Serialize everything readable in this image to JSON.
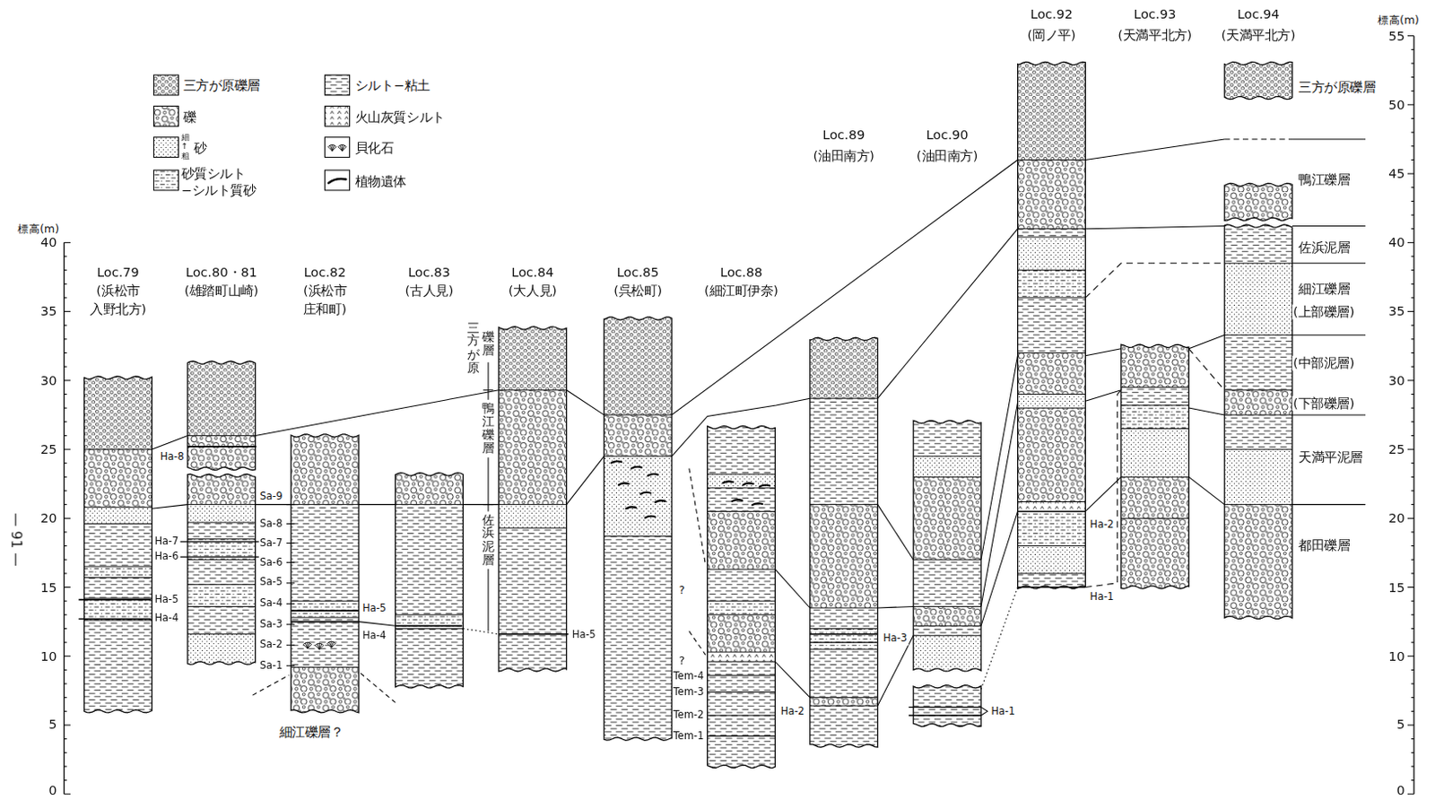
{
  "diagram": {
    "nodes": [
      {
        "text": [
          "Loc.79",
          "(浜松市 入野北方)"
        ]
      },
      {
        "text": [
          "Loc.80・81",
          "(雄踏町山崎)"
        ]
      },
      {
        "text": [
          "Loc.82",
          "(浜松市 庄和町)"
        ]
      },
      {
        "text": [
          "Loc.83",
          "(古人見)"
        ]
      },
      {
        "text": [
          "Loc.84",
          "(大人見)"
        ]
      },
      {
        "text": [
          "Loc.85",
          "(呉松町)"
        ]
      },
      {
        "text": [
          "Loc.88",
          "(細江町伊奈)"
        ]
      },
      {
        "text": [
          "Loc.89",
          "(油田南方)"
        ]
      },
      {
        "text": [
          "Loc.90",
          "(油田南方)"
        ]
      },
      {
        "text": [
          "Loc.92",
          "(岡ノ平)"
        ]
      },
      {
        "text": [
          "Loc.93",
          "(天満平北方)"
        ]
      },
      {
        "text": [
          "Loc.94",
          "(天満平北方)"
        ]
      }
    ],
    "edges": [
      {
        "from": 0,
        "to": 1,
        "arrow": "none"
      },
      {
        "from": 1,
        "to": 4,
        "arrow": "none"
      },
      {
        "from": 4,
        "to": 5,
        "arrow": "none"
      },
      {
        "from": 5,
        "to": 9,
        "arrow": "none"
      },
      {
        "from": 9,
        "to": 11,
        "arrow": "none"
      },
      {
        "from": 0,
        "to": 1,
        "arrow": "none"
      },
      {
        "from": 1,
        "to": 2,
        "arrow": "none"
      },
      {
        "from": 2,
        "to": 3,
        "arrow": "none"
      },
      {
        "from": 3,
        "to": 4,
        "arrow": "none"
      },
      {
        "from": 4,
        "to": 5,
        "arrow": "none"
      },
      {
        "from": 5,
        "to": 7,
        "arrow": "none"
      },
      {
        "from": 7,
        "to": 9,
        "arrow": "none"
      },
      {
        "from": 9,
        "to": 11,
        "arrow": "none"
      },
      {
        "from": 2,
        "to": 3,
        "arrow": "none"
      },
      {
        "from": 3,
        "to": 4,
        "arrow": "none"
      },
      {
        "from": 6,
        "to": 7,
        "arrow": "none"
      },
      {
        "from": 6,
        "to": 7,
        "arrow": "none"
      },
      {
        "from": 7,
        "to": 8,
        "arrow": "none"
      },
      {
        "from": 7,
        "to": 8,
        "arrow": "none"
      },
      {
        "from": 7,
        "to": 8,
        "arrow": "none"
      },
      {
        "from": 8,
        "to": 9,
        "arrow": "none"
      },
      {
        "from": 8,
        "to": 9,
        "arrow": "none"
      },
      {
        "from": 8,
        "to": 9,
        "arrow": "none"
      },
      {
        "from": 8,
        "to": 9,
        "arrow": "none"
      },
      {
        "from": 9,
        "to": 10,
        "arrow": "none"
      },
      {
        "from": 10,
        "to": 11,
        "arrow": "none"
      },
      {
        "from": 9,
        "to": 10,
        "arrow": "none"
      },
      {
        "from": 10,
        "to": 11,
        "arrow": "none"
      },
      {
        "from": 9,
        "to": 10,
        "arrow": "none"
      },
      {
        "from": 10,
        "to": 11,
        "arrow": "none"
      },
      {
        "from": 9,
        "to": 11,
        "arrow": "none"
      },
      {
        "from": 9,
        "to": 10,
        "arrow": "none"
      },
      {
        "from": 10,
        "to": 11,
        "arrow": "none"
      }
    ],
    "labels": [
      "標高(m)",
      "40",
      "35",
      "30",
      "25",
      "20",
      "15",
      "10",
      "5",
      "0",
      "標高(m)",
      "55",
      "50",
      "45",
      "40",
      "35",
      "30",
      "25",
      "20",
      "15",
      "10",
      "5",
      "0",
      "— 91 —",
      "細↑粗",
      "Ha-8",
      "Ha-7",
      "Ha-6",
      "Ha-5",
      "Ha-4",
      "Sa-9",
      "Sa-8",
      "Sa-7",
      "Sa-6",
      "Sa-5",
      "Sa-4",
      "Sa-3",
      "Sa-2",
      "Sa-1",
      "Ha-5",
      "Ha-4",
      "Ha-5",
      "三方が原",
      "礫層",
      "鴨江礫層",
      "佐浜泥層",
      "?",
      "?",
      "Tem-4",
      "Tem-3",
      "Tem-2",
      "Tem-1",
      "Ha-2",
      "Ha-3",
      "Ha-1",
      "Ha-2",
      "Ha-1",
      "細江礫層？",
      "三方が原礫層",
      "鴨江礫層",
      "佐浜泥層",
      "細江礫層",
      "(上部礫層)",
      "(中部泥層)",
      "(下部礫層)",
      "天満平泥層",
      "都田礫層"
    ],
    "legend": [
      {
        "text": "三方が原礫層"
      },
      {
        "text": "礫"
      },
      {
        "text": "砂"
      },
      {
        "text": "砂質シルト −シルト質砂"
      },
      {
        "text": "シルト−粘土"
      },
      {
        "text": "火山灰質シルト"
      },
      {
        "text": "貝化石"
      },
      {
        "text": "植物遺体"
      }
    ]
  }
}
